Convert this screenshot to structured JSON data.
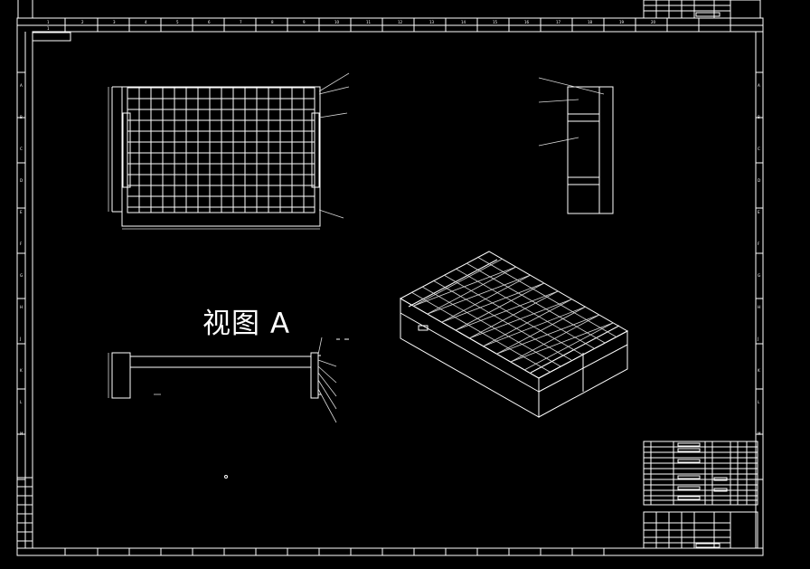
{
  "drawing": {
    "view_label": "视图 A",
    "colors": {
      "background": "#000000",
      "lines": "#ffffff"
    }
  },
  "frame": {
    "top_numbers": [
      "1",
      "1",
      "2",
      "3",
      "4",
      "5",
      "6",
      "7",
      "8",
      "9",
      "10",
      "11",
      "12",
      "13",
      "14",
      "15",
      "16",
      "17",
      "18",
      "19",
      "20"
    ],
    "side_letters": [
      "A",
      "B",
      "C",
      "D",
      "E",
      "F",
      "G",
      "H",
      "J",
      "K",
      "L",
      "M"
    ]
  }
}
